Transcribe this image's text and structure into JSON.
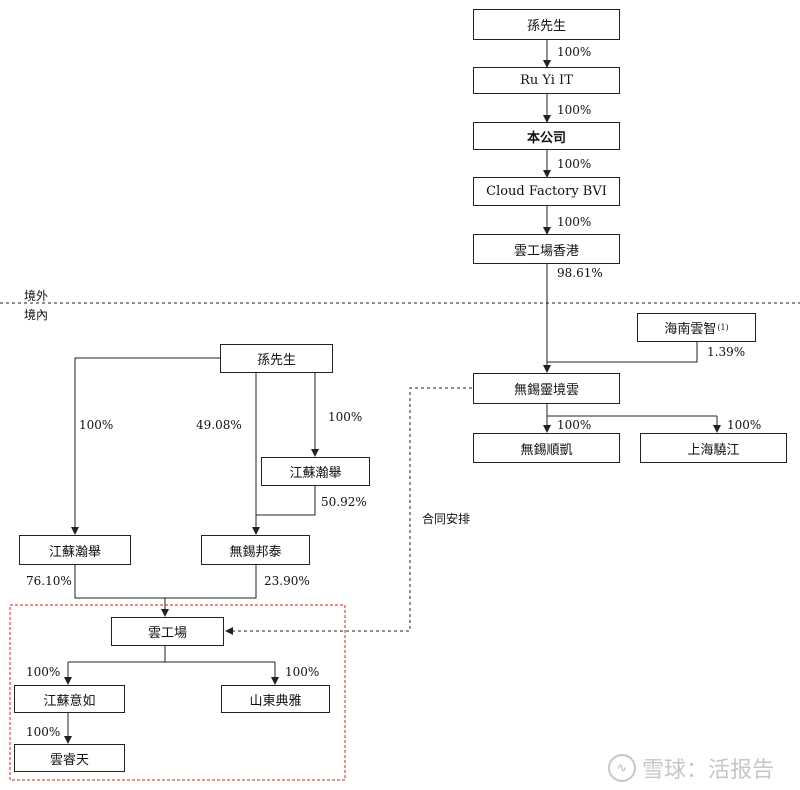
{
  "regions": {
    "offshore": "境外",
    "onshore": "境內"
  },
  "entities": {
    "sun_top": "孫先生",
    "ruyi": "Ru Yi IT",
    "company": "本公司",
    "cloud_bvi": "Cloud Factory BVI",
    "yun_hk": "雲工場香港",
    "hainan": "海南雲智",
    "hainan_note": "(1)",
    "wuxi_ling": "無錫靈境雲",
    "wuxi_shun": "無錫順凱",
    "shanghai": "上海驍江",
    "sun_left": "孫先生",
    "jiangsu_han_mid": "江蘇瀚舉",
    "jiangsu_han_left": "江蘇瀚舉",
    "wuxi_bang": "無錫邦泰",
    "yun_factory": "雲工場",
    "jiangsu_yi": "江蘇意如",
    "shandong": "山東典雅",
    "yun_rui": "雲睿天"
  },
  "labels": {
    "p_sun_ruyi": "100%",
    "p_ruyi_co": "100%",
    "p_co_bvi": "100%",
    "p_bvi_hk": "100%",
    "p_hk_ling": "98.61%",
    "p_hainan_ling": "1.39%",
    "p_ling_shun": "100%",
    "p_ling_sh": "100%",
    "p_sun_hanleft": "100%",
    "p_sun_bang": "49.08%",
    "p_sun_hanmid": "100%",
    "p_hanmid_bang": "50.92%",
    "p_hanleft_yun": "76.10%",
    "p_bang_yun": "23.90%",
    "p_yun_yi": "100%",
    "p_yun_sd": "100%",
    "p_yi_rui": "100%",
    "contract": "合同安排"
  },
  "watermark": "雪球：活报告",
  "colors": {
    "line": "#222222",
    "dashed_red": "#d02020"
  }
}
